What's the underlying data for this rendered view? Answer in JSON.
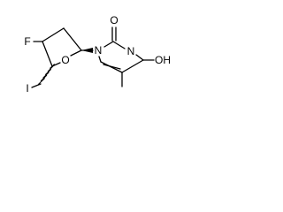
{
  "molecule": {
    "atoms": {
      "fluorine": "F",
      "iodine": "I",
      "ring_oxygen": "O",
      "nitrogen_1": "N",
      "carbonyl_oxygen": "O",
      "nitrogen_3": "N",
      "hydroxyl": "OH"
    }
  },
  "colors": {
    "bond": "#000000",
    "text": "#000000",
    "background": "#ffffff"
  }
}
